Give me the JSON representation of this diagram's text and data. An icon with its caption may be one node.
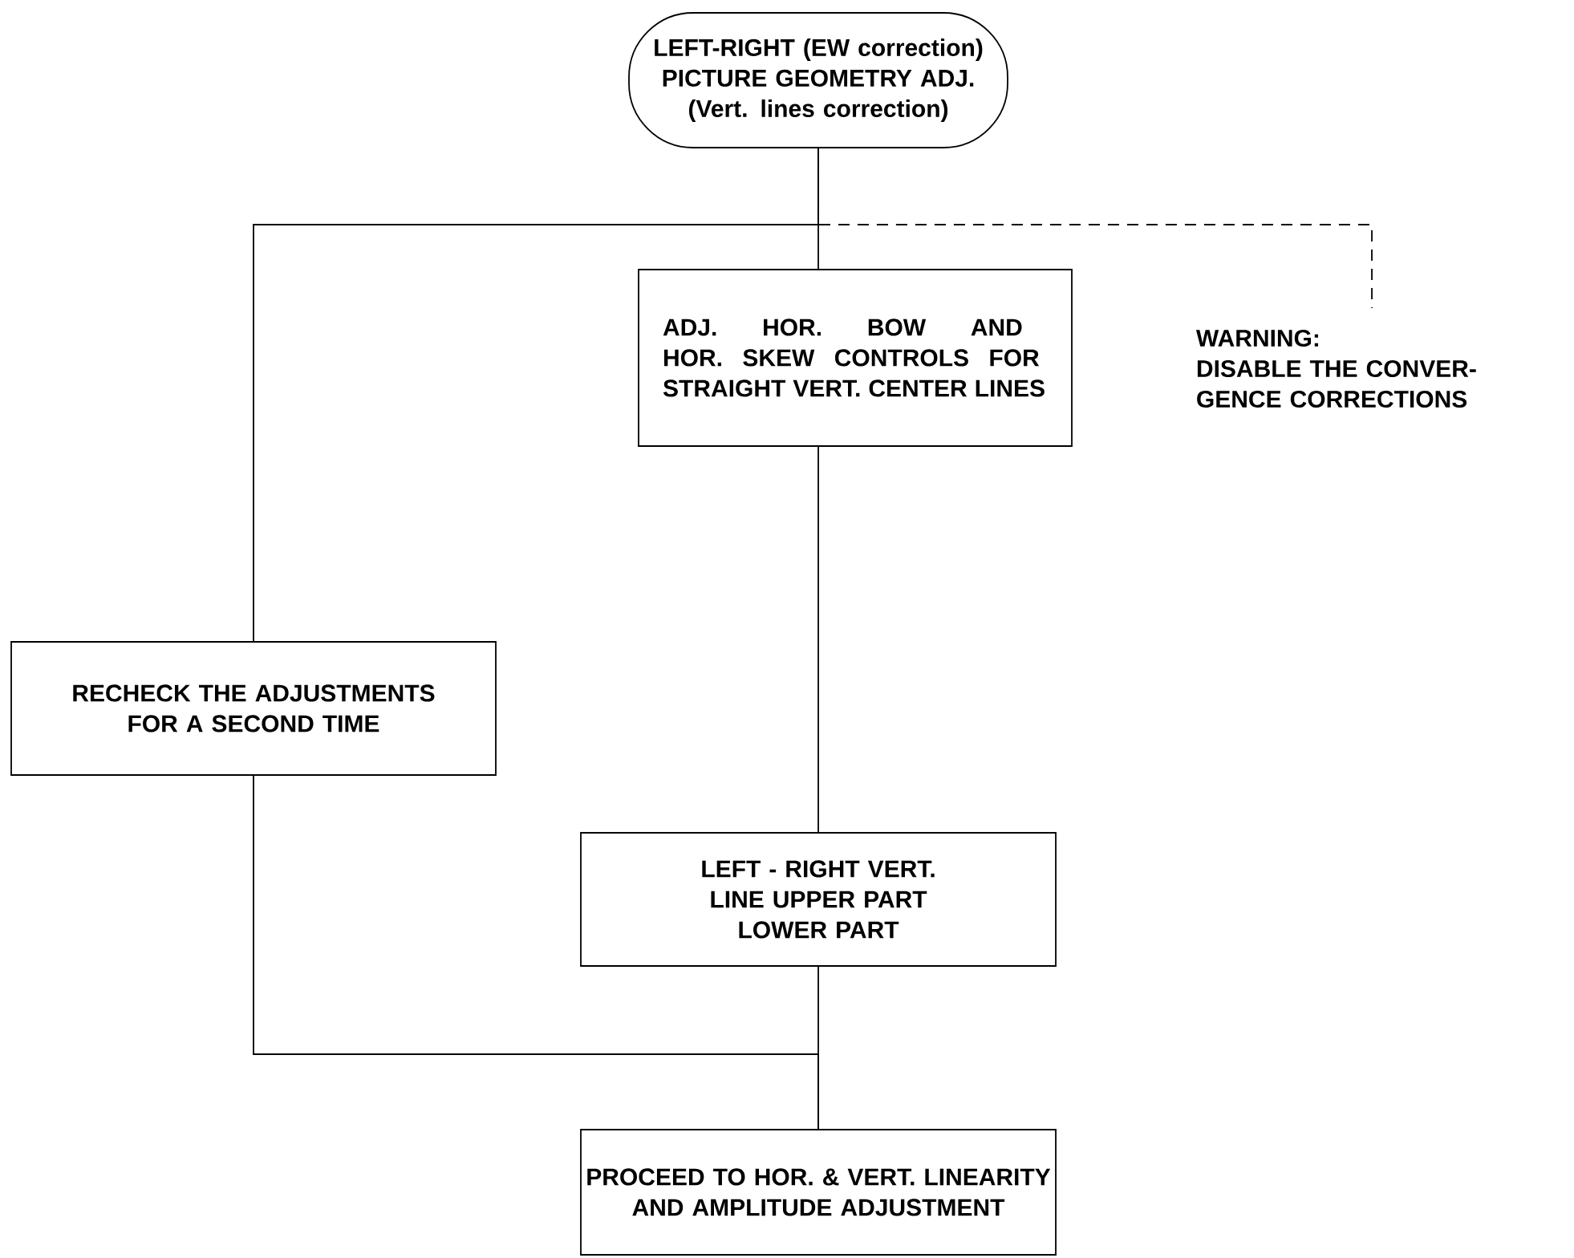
{
  "diagram": {
    "nodes": [
      {
        "text": [
          "LEFT-RIGHT (EW correction) PICTURE GEOMETRY ADJ. (Vert. lines correction)"
        ]
      },
      {
        "text": [
          "ADJ. HOR. BOW AND HOR. SKEW CONTROLS FOR STRAIGHT VERT. CENTER LINES"
        ]
      },
      {
        "text": [
          "WARNING:",
          "DISABLE THE CONVER- GENCE CORRECTIONS"
        ]
      },
      {
        "text": [
          "RECHECK THE ADJUSTMENTS FOR A SECOND TIME"
        ]
      },
      {
        "text": [
          "LEFT - RIGHT VERT. LINE UPPER PART LOWER PART"
        ]
      },
      {
        "text": [
          "PROCEED TO HOR. & VERT. LINEARITY AND AMPLITUDE ADJUSTMENT"
        ]
      }
    ],
    "edges": [
      {
        "from": 0,
        "to": 1,
        "arrow": "none"
      },
      {
        "from": 0,
        "to": 2,
        "arrow": "none",
        "style": "dashed"
      },
      {
        "from": 0,
        "to": 3,
        "arrow": "none"
      },
      {
        "from": 3,
        "to": 5,
        "arrow": "none"
      },
      {
        "from": 1,
        "to": 4,
        "arrow": "none"
      },
      {
        "from": 4,
        "to": 5,
        "arrow": "none"
      }
    ]
  }
}
